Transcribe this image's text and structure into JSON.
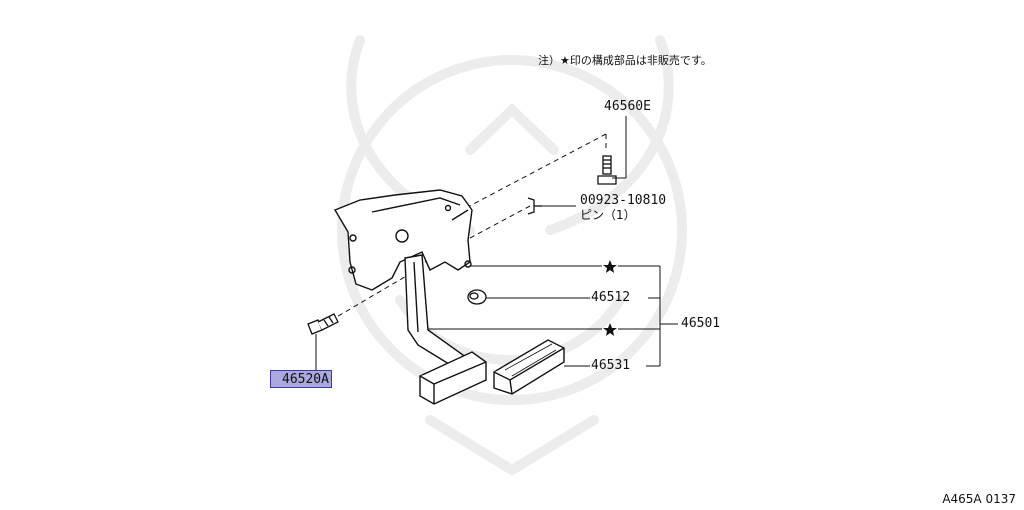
{
  "note": "注）★印の構成部品は非販売です。",
  "parts": {
    "bolt_top": "46560E",
    "pin_part": "00923-10810",
    "pin_desc": "ピン（1）",
    "bushing": "46512",
    "assembly": "46501",
    "pad": "46531",
    "bolt_bottom": "46520A"
  },
  "reference": "A465A 0137",
  "colors": {
    "highlight": "#a9a9dd",
    "highlight_border": "#3a3aa0",
    "line": "#111111",
    "watermark": "#eeeeee"
  }
}
